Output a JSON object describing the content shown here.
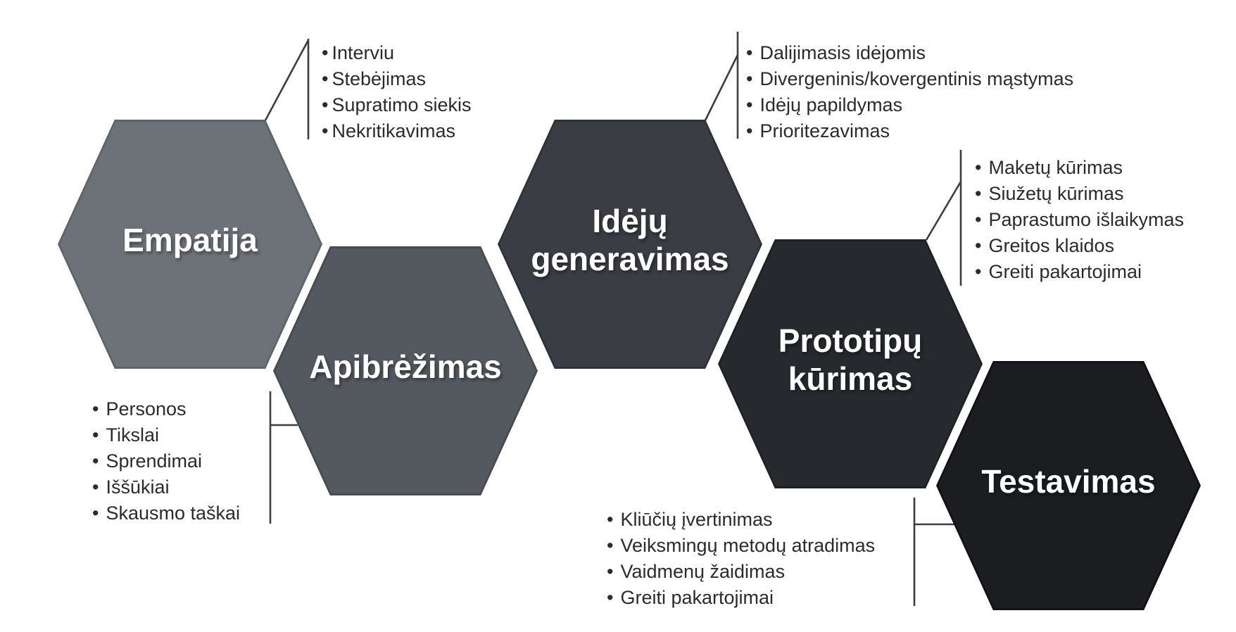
{
  "diagram": {
    "connector_color": "#3a3e42",
    "text_color": "#2b2b2b",
    "stages": [
      {
        "id": "empatija",
        "label": "Empatija",
        "fill": "#6d7278",
        "border": "#5f646a",
        "bullets": [
          "Interviu",
          "Stebėjimas",
          "Supratimo siekis",
          "Nekritikavimas"
        ]
      },
      {
        "id": "apibrezimas",
        "label": "Apibrėžimas",
        "fill": "#54585f",
        "border": "#474b51",
        "bullets": [
          "Personos",
          "Tikslai",
          "Sprendimai",
          "Iššūkiai",
          "Skausmo taškai"
        ]
      },
      {
        "id": "ideju-generavimas",
        "label": "Idėjų generavimas",
        "fill": "#3a3d44",
        "border": "#2f3238",
        "bullets": [
          "Dalijimasis idėjomis",
          "Divergeninis/kovergentinis mąstymas",
          "Idėjų papildymas",
          "Prioritezavimas"
        ]
      },
      {
        "id": "prototipu-kurimas",
        "label": "Prototipų kūrimas",
        "fill": "#26292e",
        "border": "#1e2125",
        "bullets": [
          "Maketų kūrimas",
          "Siužetų kūrimas",
          "Paprastumo išlaikymas",
          "Greitos klaidos",
          "Greiti pakartojimai"
        ]
      },
      {
        "id": "testavimas",
        "label": "Testavimas",
        "fill": "#1b1d21",
        "border": "#101215",
        "bullets": [
          "Kliūčių įvertinimas",
          "Veiksmingų metodų atradimas",
          "Vaidmenų žaidimas",
          "Greiti pakartojimai"
        ]
      }
    ]
  }
}
